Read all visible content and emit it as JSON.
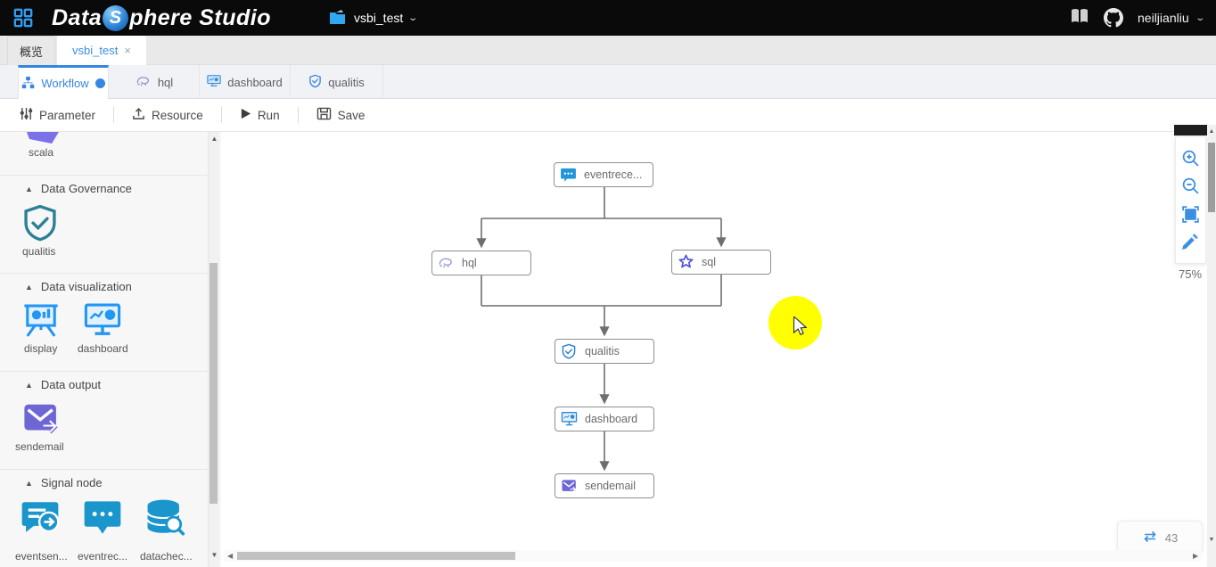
{
  "header": {
    "brand": {
      "part1": "Data",
      "sphere": "S",
      "part2": "phere Studio"
    },
    "project": {
      "name": "vsbi_test"
    },
    "user": {
      "name": "neiljianliu"
    }
  },
  "page_tabs": {
    "overview": "概览",
    "workspace": "vsbi_test",
    "close": "×"
  },
  "editor_tabs": {
    "workflow": "Workflow",
    "hql": "hql",
    "dashboard": "dashboard",
    "qualitis": "qualitis"
  },
  "toolbar": {
    "parameter": "Parameter",
    "resource": "Resource",
    "run": "Run",
    "save": "Save"
  },
  "sidebar": {
    "scala_label": "scala",
    "sections": [
      {
        "title": "Data Governance",
        "items": [
          {
            "label": "qualitis",
            "icon": "shield-check-icon"
          }
        ]
      },
      {
        "title": "Data visualization",
        "items": [
          {
            "label": "display",
            "icon": "presentation-icon"
          },
          {
            "label": "dashboard",
            "icon": "monitor-chart-icon"
          }
        ]
      },
      {
        "title": "Data output",
        "items": [
          {
            "label": "sendemail",
            "icon": "mail-send-icon"
          }
        ]
      },
      {
        "title": "Signal node",
        "items": [
          {
            "label": "eventsen...",
            "icon": "message-send-icon"
          },
          {
            "label": "eventrec...",
            "icon": "message-dots-icon"
          },
          {
            "label": "datachec...",
            "icon": "database-search-icon"
          }
        ]
      }
    ]
  },
  "canvas": {
    "nodes": [
      {
        "label": "eventrece...",
        "icon": "message-dots-icon"
      },
      {
        "label": "hql",
        "icon": "hive-icon"
      },
      {
        "label": "sql",
        "icon": "spark-icon"
      },
      {
        "label": "qualitis",
        "icon": "shield-check-icon"
      },
      {
        "label": "dashboard",
        "icon": "monitor-chart-icon"
      },
      {
        "label": "sendemail",
        "icon": "mail-send-icon"
      }
    ],
    "edges": [
      "eventrece...->hql",
      "eventrece...->sql",
      "hql->qualitis",
      "sql->qualitis",
      "qualitis->dashboard",
      "dashboard->sendemail"
    ],
    "zoom_level": "75%",
    "change_count": "43"
  },
  "colors": {
    "accent_blue": "#3586e0",
    "node_border": "#8f8f8f",
    "edge": "#6e6e6e",
    "qualitis_teal": "#2c7f96",
    "mail_purple": "#6f66d6",
    "signal_blue": "#1a96cc",
    "highlight_yellow": "#ffff00",
    "header_bg": "#0a0a0a"
  }
}
